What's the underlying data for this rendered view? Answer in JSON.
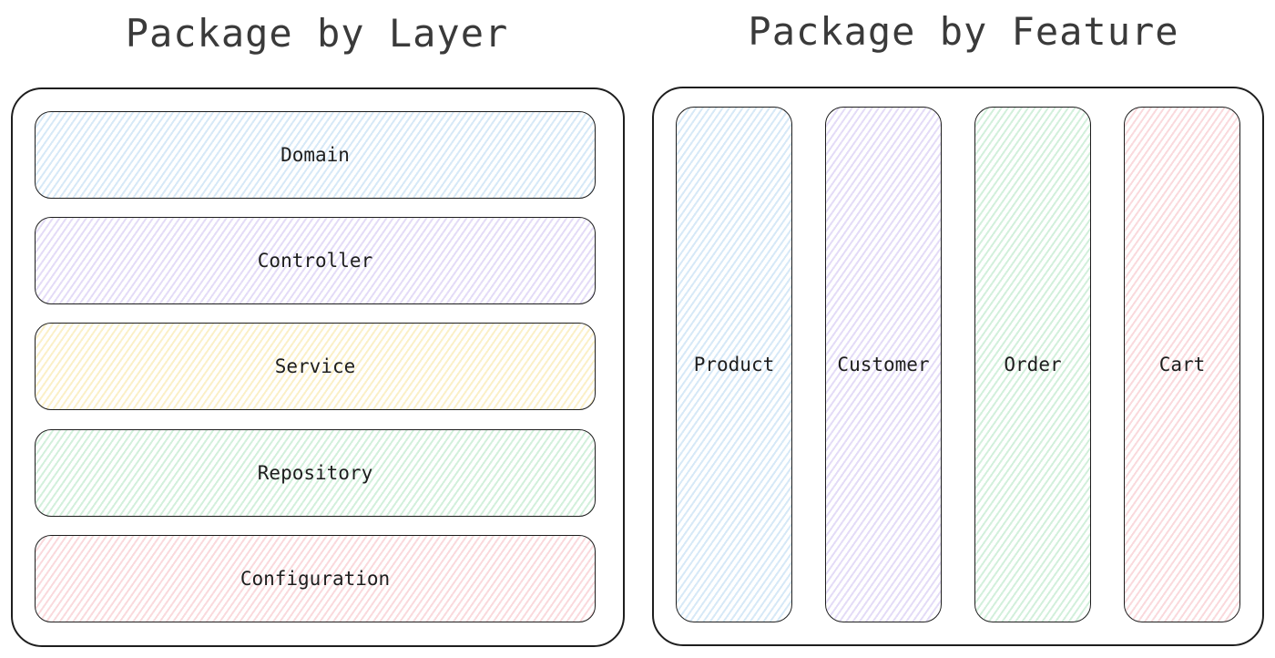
{
  "left": {
    "title": "Package by Layer",
    "layers": [
      {
        "label": "Domain",
        "color": "#a5d8ff"
      },
      {
        "label": "Controller",
        "color": "#d0bfff"
      },
      {
        "label": "Service",
        "color": "#ffec99"
      },
      {
        "label": "Repository",
        "color": "#b2f2bb"
      },
      {
        "label": "Configuration",
        "color": "#ffc9c9"
      }
    ]
  },
  "right": {
    "title": "Package by Feature",
    "features": [
      {
        "label": "Product",
        "color": "#a5d8ff"
      },
      {
        "label": "Customer",
        "color": "#d0bfff"
      },
      {
        "label": "Order",
        "color": "#b2f2bb"
      },
      {
        "label": "Cart",
        "color": "#ffc9c9"
      }
    ]
  }
}
